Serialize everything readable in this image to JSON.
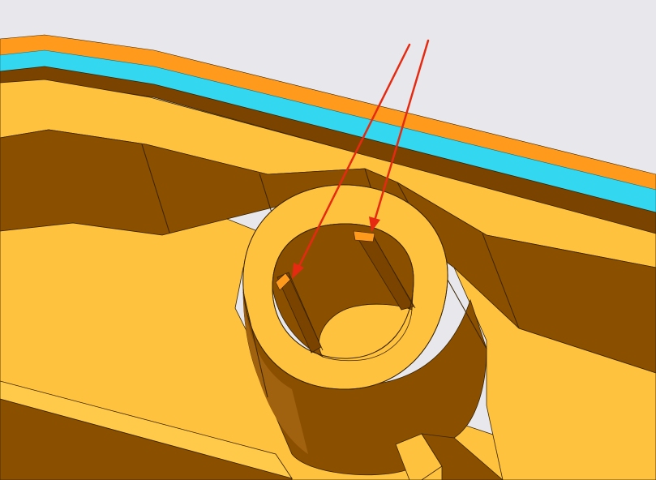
{
  "scene": {
    "subject": "cad-3d-model",
    "colors": {
      "background": "#e8e8ec",
      "top_face": "#ffc23e",
      "top_face_light": "#ffc94a",
      "side_face": "#8b4f00",
      "side_face_dark": "#7a4300",
      "side_face_light": "#a0620f",
      "rim_orange": "#ff9a1c",
      "rim_cyan": "#33d7f0",
      "edge": "#3a2400",
      "arrow": "#e62a12"
    }
  },
  "annotations": {
    "arrows": [
      {
        "name": "callout-arrow-left",
        "target": "rib-left"
      },
      {
        "name": "callout-arrow-right",
        "target": "rib-right"
      }
    ]
  }
}
